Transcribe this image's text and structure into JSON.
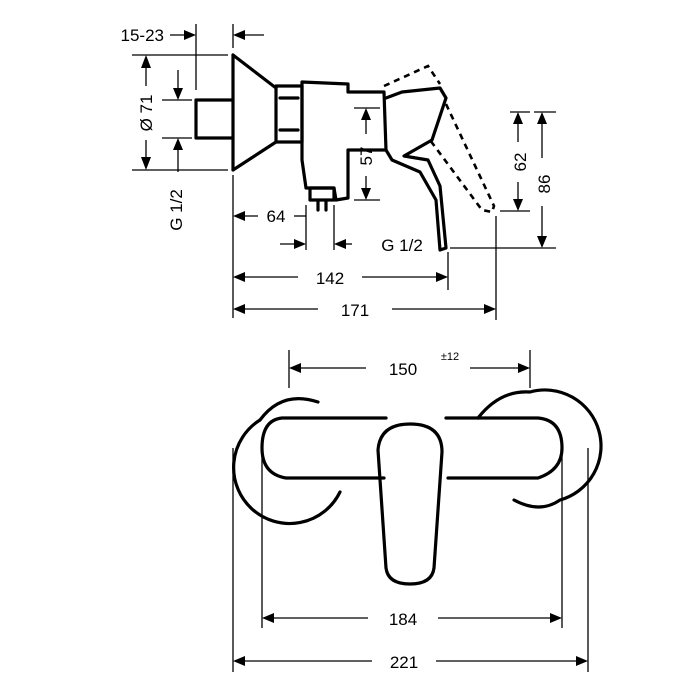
{
  "side_view": {
    "dims": {
      "wall_range": "15-23",
      "flange_dia": "Ø 71",
      "inlet_thread": "G 1/2",
      "outlet_offset": "64",
      "outlet_thread": "G 1/2",
      "lever_height_inner": "57",
      "lever_height_mid": "62",
      "lever_height_outer": "86",
      "depth_body": "142",
      "depth_total": "171"
    }
  },
  "top_view": {
    "dims": {
      "inlet_spacing": "150",
      "inlet_tolerance": "±12",
      "body_width": "184",
      "overall_width": "221"
    }
  }
}
